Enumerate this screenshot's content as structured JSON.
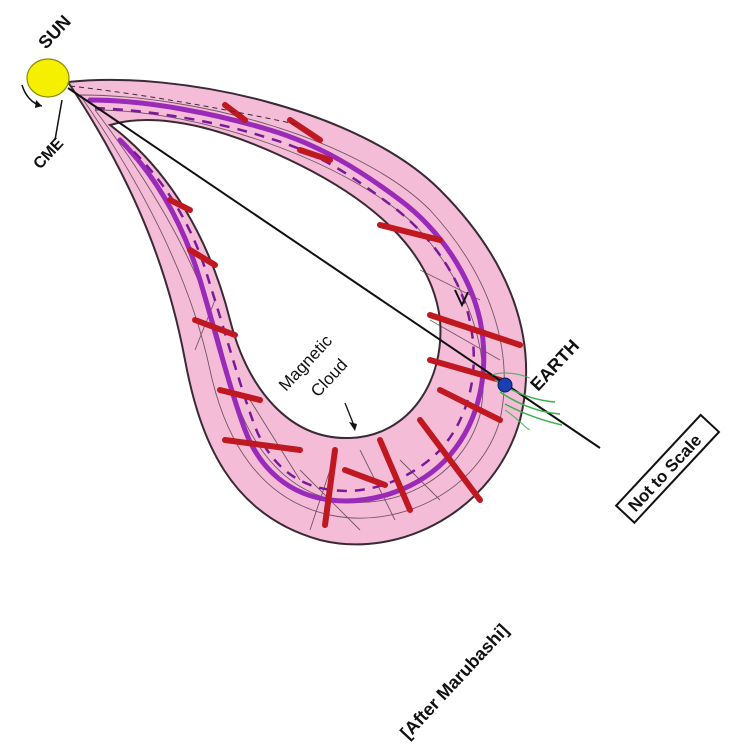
{
  "diagram": {
    "labels": {
      "sun": "SUN",
      "cme": "CME",
      "earth": "EARTH",
      "magnetic_cloud_line1": "Magnetic",
      "magnetic_cloud_line2": "Cloud",
      "not_to_scale": "Not to Scale",
      "attribution": "[After Marubashi]"
    },
    "colors": {
      "background": "#ffffff",
      "sun_fill": "#f4f000",
      "cloud_fill": "#f5bcd8",
      "cloud_outline": "#3a2a35",
      "flux_rope_red": "#c01820",
      "flux_rope_purple": "#9a2ab8",
      "earth_blue": "#1a3fb0",
      "earth_field_green": "#3ab04a",
      "line_black": "#111111"
    }
  }
}
